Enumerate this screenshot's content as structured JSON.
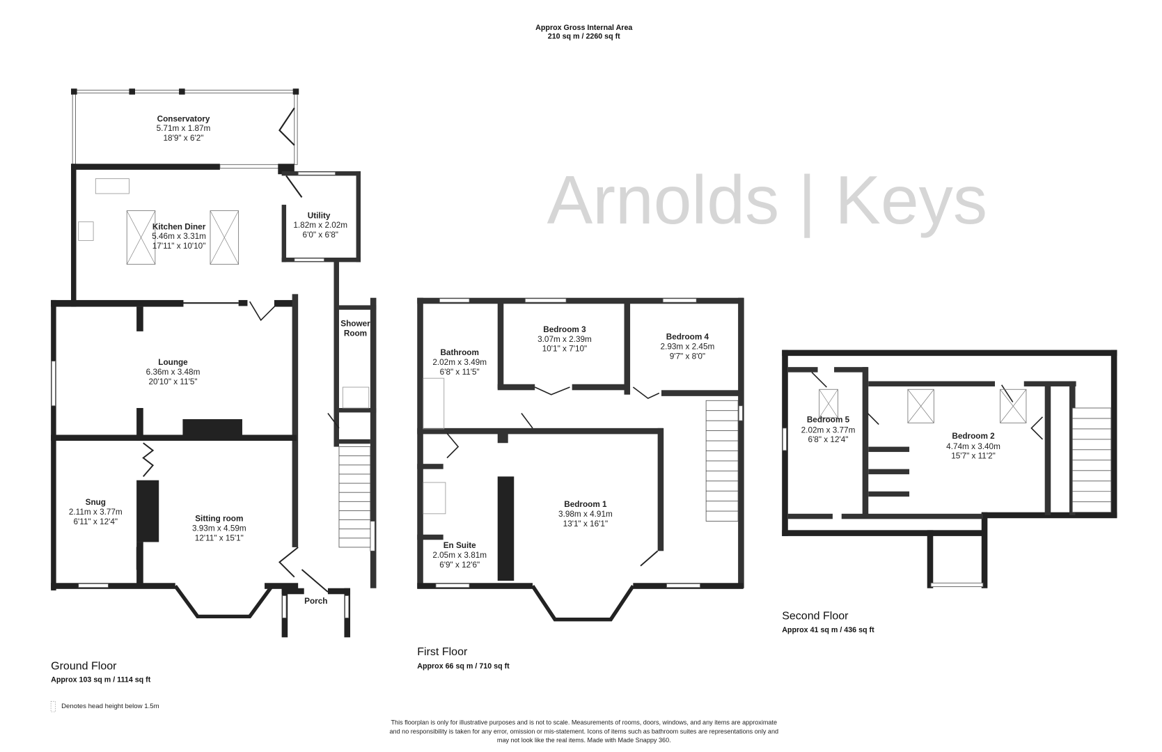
{
  "header": {
    "title": "Approx Gross Internal Area",
    "area": "210 sq m / 2260 sq ft"
  },
  "watermark": "Arnolds | Keys",
  "floors": {
    "ground": {
      "name": "Ground Floor",
      "area": "Approx 103 sq m / 1114 sq ft"
    },
    "first": {
      "name": "First Floor",
      "area": "Approx 66 sq m / 710 sq ft"
    },
    "second": {
      "name": "Second Floor",
      "area": "Approx 41 sq m / 436 sq ft"
    }
  },
  "rooms": {
    "conservatory": {
      "name": "Conservatory",
      "metric": "5.71m x 1.87m",
      "imperial": "18'9\" x 6'2\""
    },
    "kitchen": {
      "name": "Kitchen Diner",
      "metric": "5.46m x 3.31m",
      "imperial": "17'11\" x 10'10\""
    },
    "utility": {
      "name": "Utility",
      "metric": "1.82m x 2.02m",
      "imperial": "6'0\" x 6'8\""
    },
    "shower": {
      "name1": "Shower",
      "name2": "Room"
    },
    "lounge": {
      "name": "Lounge",
      "metric": "6.36m x 3.48m",
      "imperial": "20'10\" x 11'5\""
    },
    "snug": {
      "name": "Snug",
      "metric": "2.11m x 3.77m",
      "imperial": "6'11\" x 12'4\""
    },
    "sitting": {
      "name": "Sitting room",
      "metric": "3.93m x 4.59m",
      "imperial": "12'11\" x 15'1\""
    },
    "porch": {
      "name": "Porch"
    },
    "bathroom": {
      "name": "Bathroom",
      "metric": "2.02m x 3.49m",
      "imperial": "6'8\" x 11'5\""
    },
    "bedroom3": {
      "name": "Bedroom 3",
      "metric": "3.07m x 2.39m",
      "imperial": "10'1\" x 7'10\""
    },
    "bedroom4": {
      "name": "Bedroom 4",
      "metric": "2.93m x 2.45m",
      "imperial": "9'7\" x 8'0\""
    },
    "bedroom1": {
      "name": "Bedroom 1",
      "metric": "3.98m x 4.91m",
      "imperial": "13'1\" x 16'1\""
    },
    "ensuite": {
      "name": "En Suite",
      "metric": "2.05m x 3.81m",
      "imperial": "6'9\" x 12'6\""
    },
    "bedroom5": {
      "name": "Bedroom 5",
      "metric": "2.02m x 3.77m",
      "imperial": "6'8\" x 12'4\""
    },
    "bedroom2": {
      "name": "Bedroom 2",
      "metric": "4.74m x 3.40m",
      "imperial": "15'7\" x 11'2\""
    }
  },
  "legend": {
    "text": "Denotes head height below 1.5m"
  },
  "disclaimer": {
    "line1": "This floorplan is only for illustrative purposes and is not to scale. Measurements of rooms, doors, windows, and any items are approximate",
    "line2": "and no responsibility is taken for any error, omission or mis-statement. Icons of items such as bathroom suites are representations only and",
    "line3": "may not look like the real items. Made with Made Snappy 360."
  },
  "colors": {
    "wall": "#222222",
    "wall_dark_grey": "#333333",
    "watermark": "#d6d6d6"
  }
}
